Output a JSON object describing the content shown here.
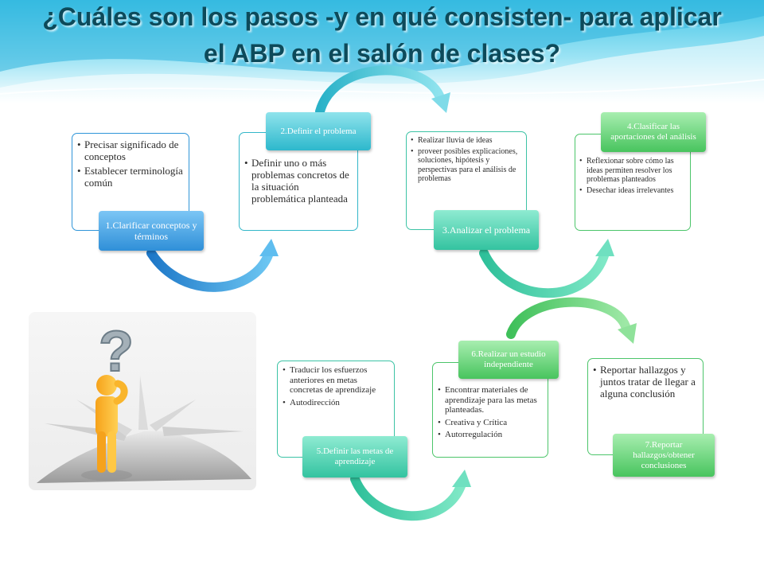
{
  "title": "¿Cuáles son los pasos -y en qué consisten- para aplicar el ABP en el salón de clases?",
  "colors": {
    "blue": "#2f8fd8",
    "teal": "#2db8cc",
    "teal_green": "#33c3a0",
    "green": "#48c45e",
    "title_text": "#0d4a5a"
  },
  "illustration": {
    "icon": "person-question-crossroads-icon",
    "glyph": "?"
  },
  "steps": [
    {
      "label": "1.Clarificar conceptos y términos",
      "items": [
        "Precisar significado de conceptos",
        "Establecer terminología común"
      ]
    },
    {
      "label": "2.Definir el problema",
      "items": [
        "Definir uno o más problemas concretos de la situación problemática planteada"
      ]
    },
    {
      "label": "3.Analizar el problema",
      "items": [
        "Realizar lluvia de ideas",
        "proveer posibles explicaciones, soluciones, hipótesis y perspectivas para el análisis de problemas"
      ]
    },
    {
      "label": "4.Clasificar las aportaciones del análisis",
      "items": [
        "Reflexionar sobre cómo las ideas permiten resolver los problemas planteados",
        "Desechar ideas irrelevantes"
      ]
    },
    {
      "label": "5.Definir las metas de aprendizaje",
      "items": [
        "Traducir los esfuerzos anteriores en metas concretas de aprendizaje",
        "Autodirección"
      ]
    },
    {
      "label": "6.Realizar un estudio independiente",
      "items": [
        "Encontrar materiales de aprendizaje para las metas planteadas.",
        "Creativa y Crítica",
        "Autorregulación"
      ]
    },
    {
      "label": "7.Reportar hallazgos/obtener conclusiones",
      "items": [
        "Reportar hallazgos y juntos tratar de llegar a alguna conclusión"
      ]
    }
  ]
}
